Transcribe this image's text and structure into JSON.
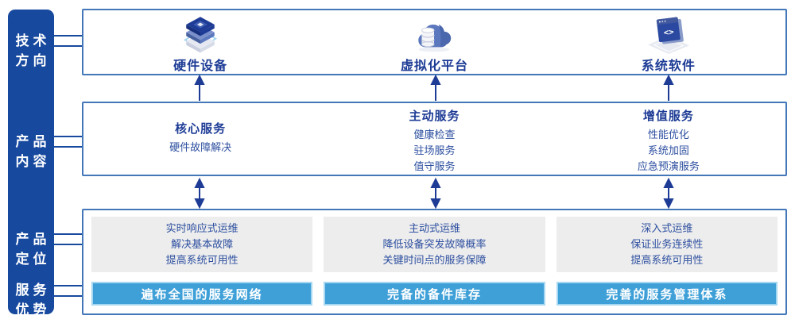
{
  "colors": {
    "sidebar_bg": "#17499e",
    "box_border": "#4377b8",
    "heading_text": "#1e3c96",
    "body_text": "#2d4fa0",
    "bar_bg": "#3fa0d8",
    "bar_border": "#a6d7f0",
    "gray_bg": "#ededed",
    "arrow": "#1e3c96"
  },
  "sidebar": {
    "items": [
      {
        "line1": "技术",
        "line2": "方向"
      },
      {
        "line1": "产品",
        "line2": "内容"
      },
      {
        "line1": "产品",
        "line2": "定位"
      },
      {
        "line1": "服务",
        "line2": "优势"
      }
    ]
  },
  "tech_direction": {
    "items": [
      {
        "icon": "server-stack-icon",
        "label": "硬件设备"
      },
      {
        "icon": "cloud-database-icon",
        "label": "虚拟化平台"
      },
      {
        "icon": "code-window-icon",
        "label": "系统软件"
      }
    ]
  },
  "product_content": {
    "columns": [
      {
        "heading": "核心服务",
        "items": [
          "硬件故障解决"
        ]
      },
      {
        "heading": "主动服务",
        "items": [
          "健康检查",
          "驻场服务",
          "值守服务"
        ]
      },
      {
        "heading": "增值服务",
        "items": [
          "性能优化",
          "系统加固",
          "应急预演服务"
        ]
      }
    ]
  },
  "product_position": {
    "columns": [
      {
        "lines": [
          "实时响应式运维",
          "解决基本故障",
          "提高系统可用性"
        ],
        "bar": "遍布全国的服务网络"
      },
      {
        "lines": [
          "主动式运维",
          "降低设备突发故障概率",
          "关键时间点的服务保障"
        ],
        "bar": "完备的备件库存"
      },
      {
        "lines": [
          "深入式运维",
          "保证业务连续性",
          "提高系统可用性"
        ],
        "bar": "完善的服务管理体系"
      }
    ]
  }
}
